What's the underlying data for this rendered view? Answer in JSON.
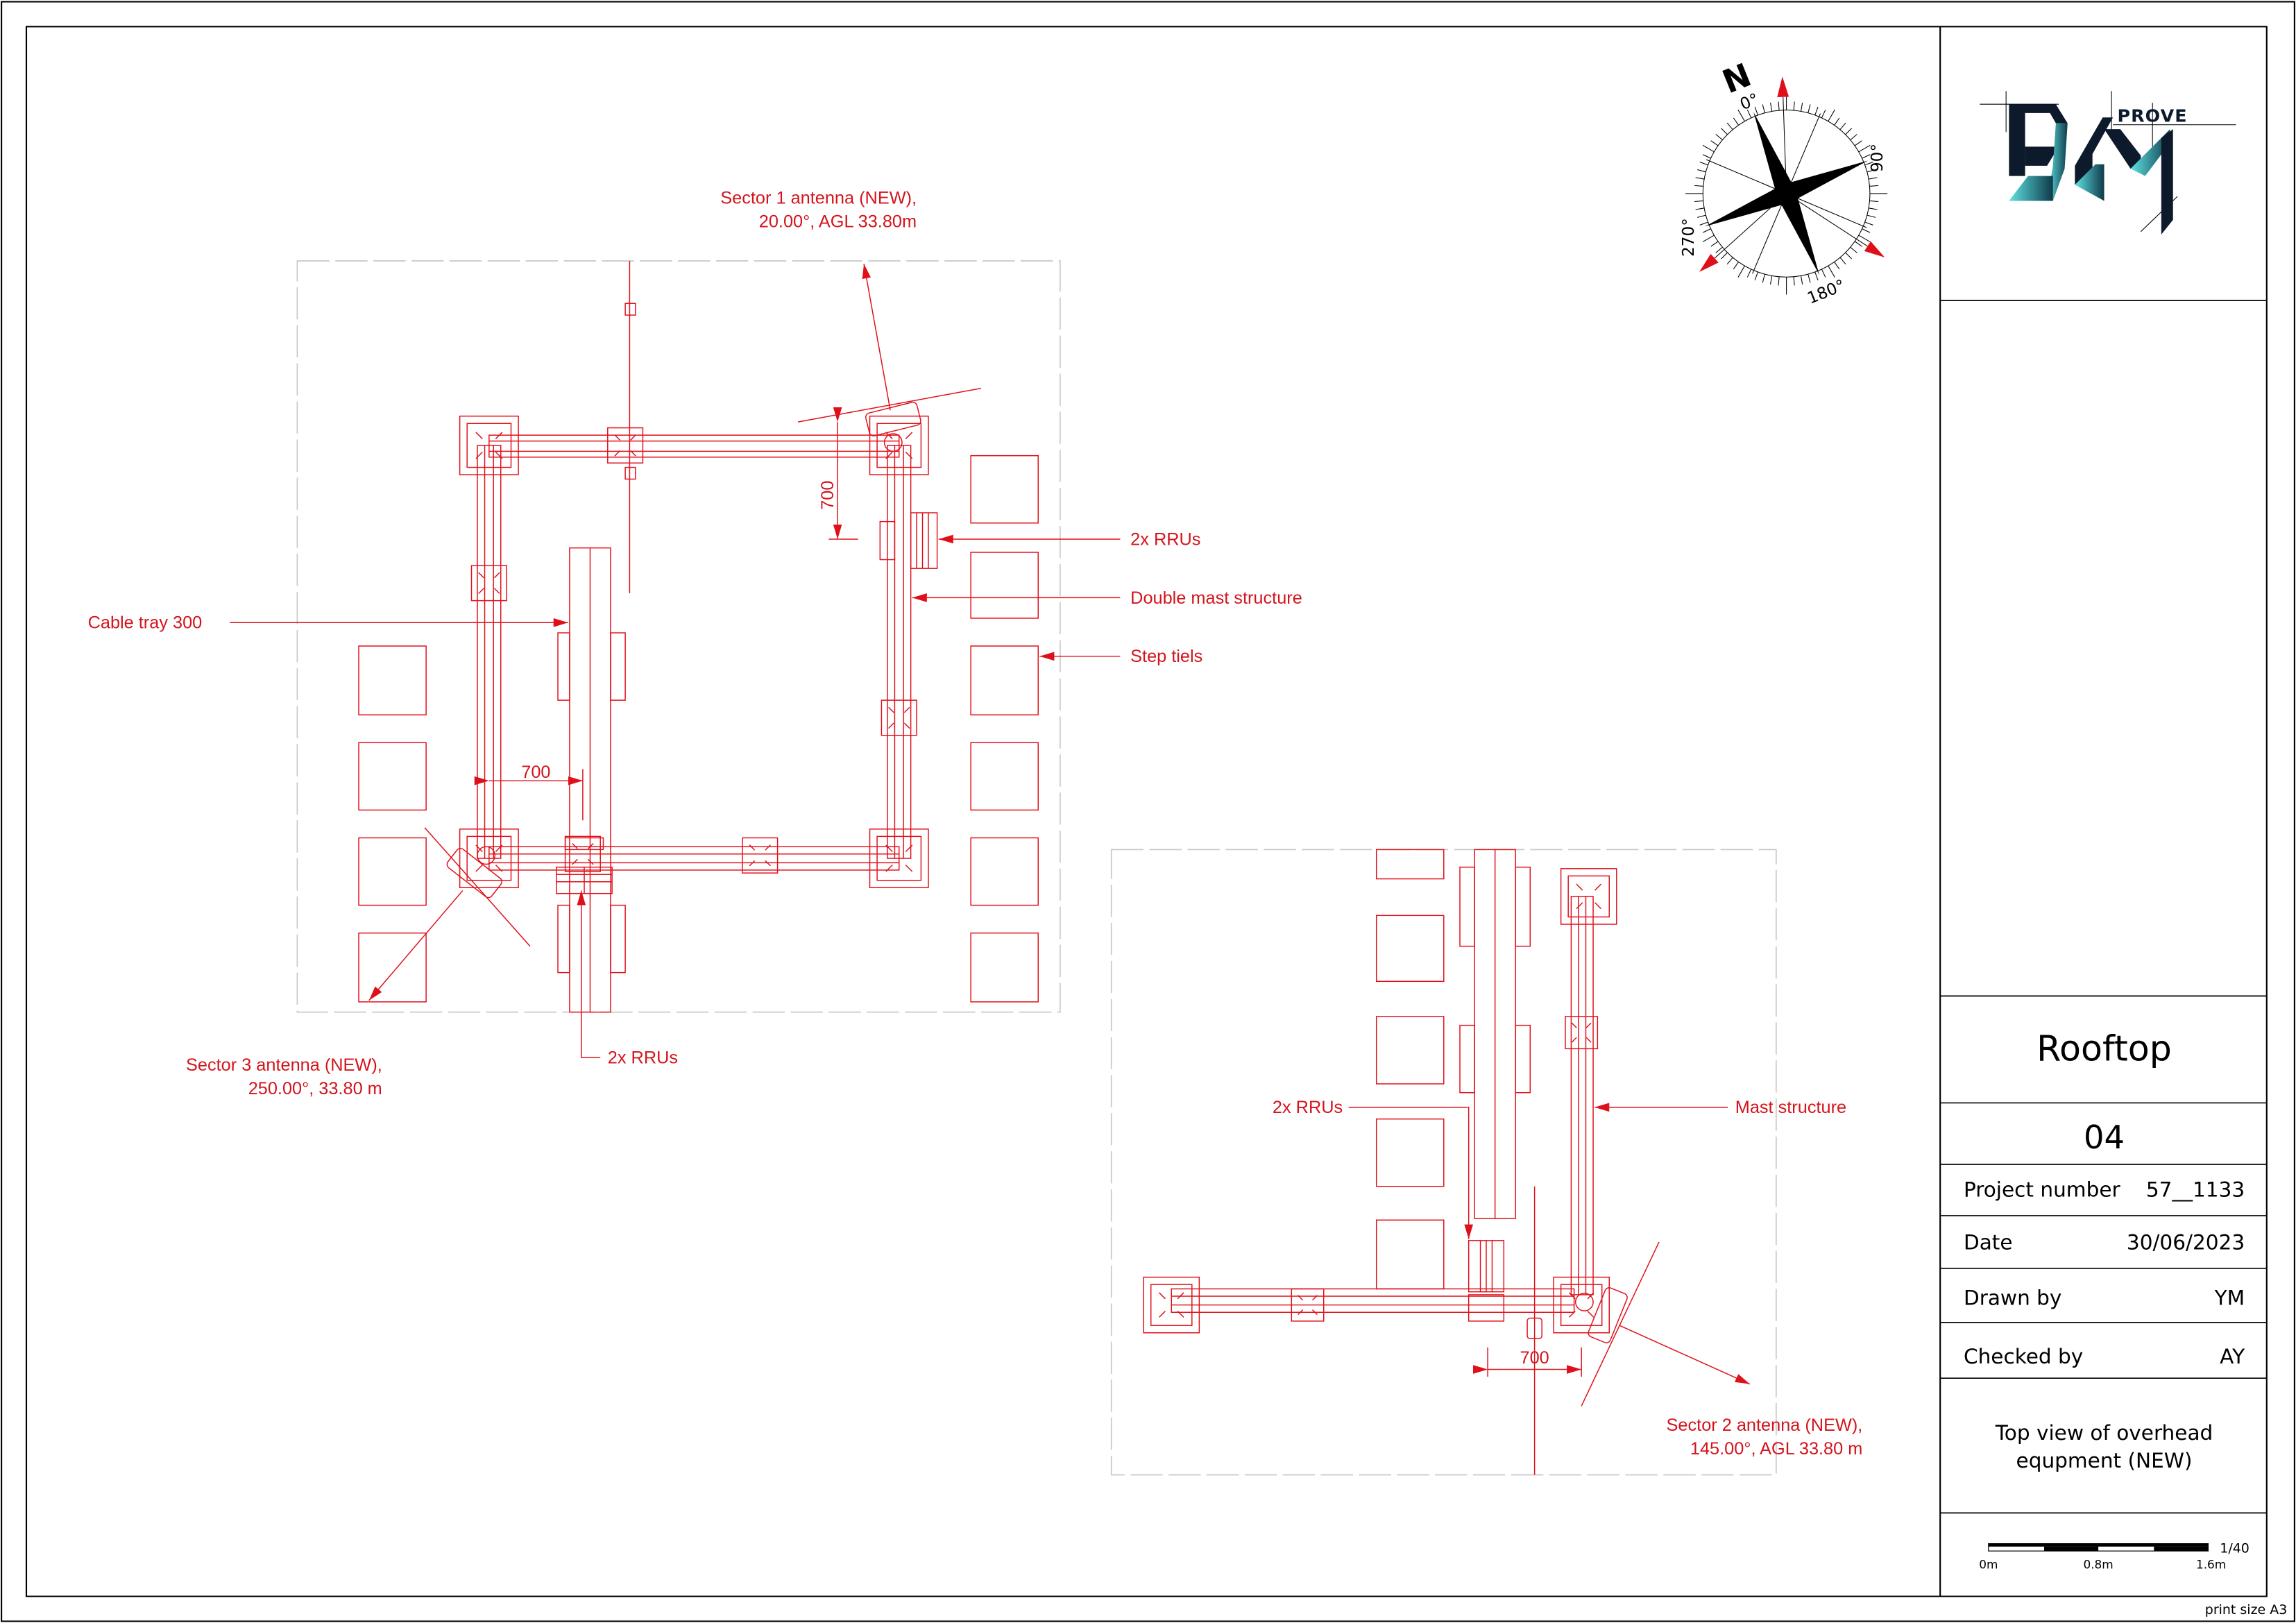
{
  "colors": {
    "annotation": "#e0101a",
    "ink": "#000000",
    "logo_dark": "#0d1a2b",
    "logo_cyan": "#4fd6d8"
  },
  "logo": {
    "text": "BIM PROVE",
    "sub": "PROVE"
  },
  "compass": {
    "north": "N",
    "labels": [
      "0°",
      "90°",
      "180°",
      "270°"
    ],
    "rotation_deg": -22,
    "sector_azimuths_deg": [
      20,
      145,
      250
    ]
  },
  "plan_main": {
    "sector1": {
      "line1": "Sector 1 antenna (NEW),",
      "line2": "20.00°, AGL 33.80m"
    },
    "sector3": {
      "line1": "Sector 3 antenna (NEW),",
      "line2": "250.00°, 33.80 m"
    },
    "cable_tray": "Cable tray 300",
    "rrus_right": "2x RRUs",
    "double_mast": "Double mast structure",
    "step_tiles": "Step tiels",
    "rrus_bottom": "2x RRUs",
    "dim_vertical": "700",
    "dim_horizontal": "700"
  },
  "plan_secondary": {
    "rrus": "2x RRUs",
    "mast": "Mast structure",
    "dim": "700",
    "sector2": {
      "line1": "Sector 2 antenna (NEW),",
      "line2": "145.00°, AGL 33.80 m"
    }
  },
  "title_block": {
    "title": "Rooftop",
    "sheet": "04",
    "rows": [
      {
        "label": "Project number",
        "value": "57__1133"
      },
      {
        "label": "Date",
        "value": "30/06/2023"
      },
      {
        "label": "Drawn by",
        "value": "YM"
      },
      {
        "label": "Checked by",
        "value": "AY"
      }
    ],
    "description_line1": "Top view of overhead",
    "description_line2": "equpment (NEW)",
    "scale": {
      "ratio": "1/40",
      "labels": [
        "0m",
        "0.8m",
        "1.6m"
      ]
    }
  },
  "print_size": "print size A3"
}
